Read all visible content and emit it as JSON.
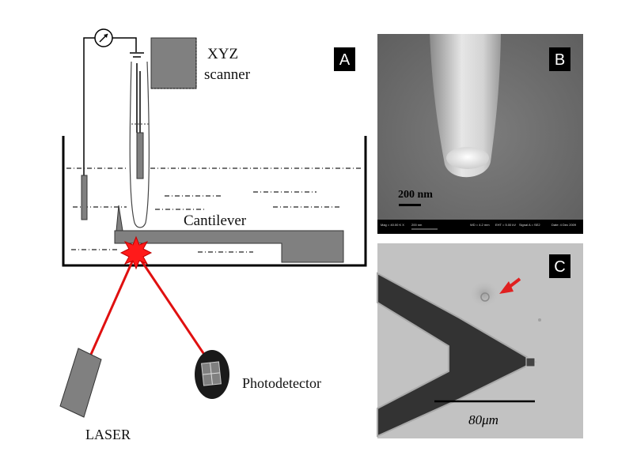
{
  "panel_a": {
    "letter": "A",
    "labels": {
      "scanner_line1": "XYZ",
      "scanner_line2": "scanner",
      "cantilever": "Cantilever",
      "photodetector": "Photodetector",
      "laser": "LASER"
    },
    "icons": {
      "meter": "ammeter-icon",
      "laser_spot": "laser-spot-icon"
    },
    "colors": {
      "laser": "#e01010",
      "component": "#808080"
    }
  },
  "panel_b": {
    "letter": "B",
    "scale_label": "200 nm",
    "info_bar": {
      "mag": "Mag = 40.00 K X",
      "scale": "200 nm",
      "wd": "WD = 4.2 mm",
      "eht": "EHT = 5.00 kV",
      "signal": "Signal A = SE2",
      "date": "Date: 4 Dec 2009"
    }
  },
  "panel_c": {
    "letter": "C",
    "scale_label": "80μm",
    "arrow_color": "#e02020"
  }
}
